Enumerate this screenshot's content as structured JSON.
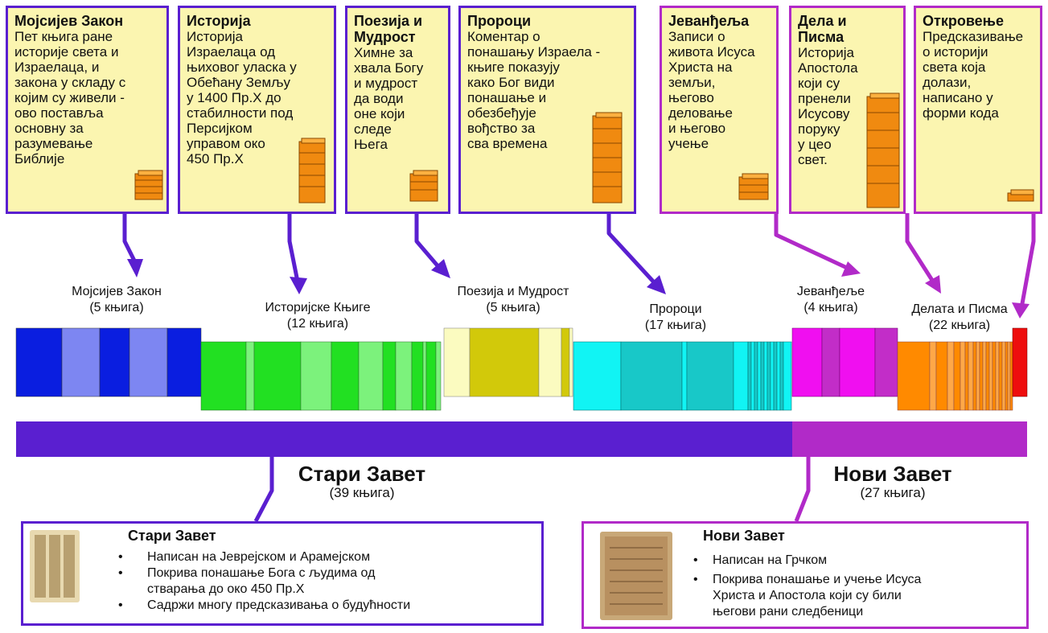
{
  "boxes": [
    {
      "title": "Мојсијев Закон",
      "body": "Пет књига ране\nисторије света и\nИзраелаца, и\nзакона у складу с\nкојим су живели -\nово поставља\nосновну за\nразумевање\nБиблије"
    },
    {
      "title": "Историја",
      "body": "Историја\nИзраелаца од\nњиховог уласка у\nОбећану Земљу\nу 1400 Пр.Х до\nстабилности под\nПерсијком\nуправом око\n450 Пр.Х"
    },
    {
      "title": "Поезија и\nМудрост",
      "body": "Химне за\nхвала Богу\nи мудрост\nда води\nоне који\nследе\nЊега"
    },
    {
      "title": "Пророци",
      "body": "Коментар о\nпонашању Израела -\nкњиге показују\nкако Бог види\nпонашање и\nобезбеђује\nвођство за\nсва времена"
    },
    {
      "title": "Јеванђеља",
      "body": "Записи о\nживота Исуса\nХриста на\nземљи,\nњегово\nделовање\nи његово\nучење"
    },
    {
      "title": "Дела и\nПисма",
      "body": "Историја\nАпостола\nкоји су\nпренели\nИсусову\nпоруку\nу цео\nсвет."
    },
    {
      "title": "Откровење",
      "body": "Предсказивање\nо историји\nсвета која\nдолази,\nнаписано у\nформи кода"
    }
  ],
  "sections": [
    {
      "label": "Мојсијев Закон\n(5 књига)"
    },
    {
      "label": "Историјске Књиге\n(12 књига)"
    },
    {
      "label": "Поезија и Мудрост\n(5 књига)"
    },
    {
      "label": "Пророци\n(17 књига)"
    },
    {
      "label": "Јеванђеље\n(4 књига)"
    },
    {
      "label": "Делата и Писма\n(22 књига)"
    }
  ],
  "testaments": {
    "old": {
      "title": "Стари Завет",
      "count": "(39 књига)"
    },
    "new": {
      "title": "Нови Завет",
      "count": "(27 књига)"
    }
  },
  "bottom": {
    "old": {
      "title": "Стари Завет",
      "bullets": [
        "Написан на Јеврејском и Арамејском",
        "Покрива понашање Бога с људима од\nстварања до око 450 Пр.Х",
        "Садржи многу предсказивања о будућности"
      ]
    },
    "new": {
      "title": "Нови Завет",
      "bullets": [
        "Написан на Грчком",
        "Покрива понашање и учење Исуса\nХриста и Апостола који су били\nњегови рани следбеници"
      ]
    }
  },
  "colors": {
    "old_testament": "#5a1fd0",
    "new_testament": "#b12ac8",
    "box_fill": "#fbf5b0"
  }
}
